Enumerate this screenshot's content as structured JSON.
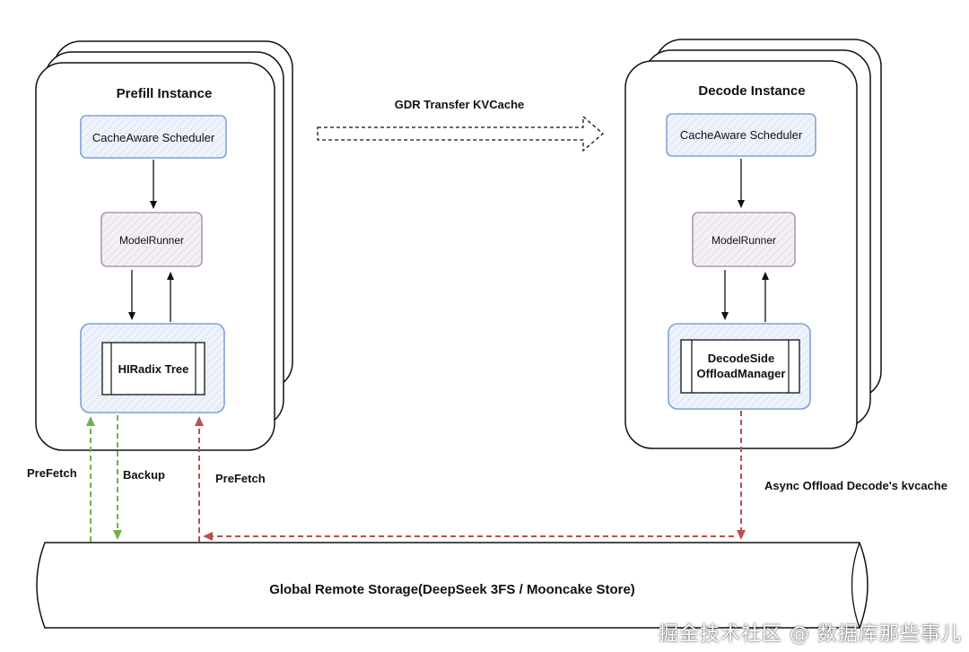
{
  "prefill": {
    "title": "Prefill Instance",
    "scheduler": "CacheAware Scheduler",
    "model_runner": "ModelRunner",
    "hiradix": "HIRadix Tree"
  },
  "decode": {
    "title": "Decode Instance",
    "scheduler": "CacheAware Scheduler",
    "model_runner": "ModelRunner",
    "offload_line1": "DecodeSide",
    "offload_line2": "OffloadManager"
  },
  "transfer": {
    "label": "GDR Transfer KVCache"
  },
  "storage": {
    "label": "Global Remote Storage(DeepSeek 3FS / Mooncake Store)"
  },
  "flows": {
    "prefetch_green": "PreFetch",
    "backup": "Backup",
    "prefetch_red": "PreFetch",
    "async_offload": "Async Offload Decode's kvcache"
  },
  "colors": {
    "scheduler_border": "#7da3d6",
    "scheduler_fill": "#eef3fb",
    "runner_border": "#b58fc0",
    "runner_fill": "#f4eef6",
    "green_arrow": "#6fb14a",
    "red_arrow": "#b9504e"
  },
  "watermark": "掘金技术社区 @ 数据库那些事儿"
}
